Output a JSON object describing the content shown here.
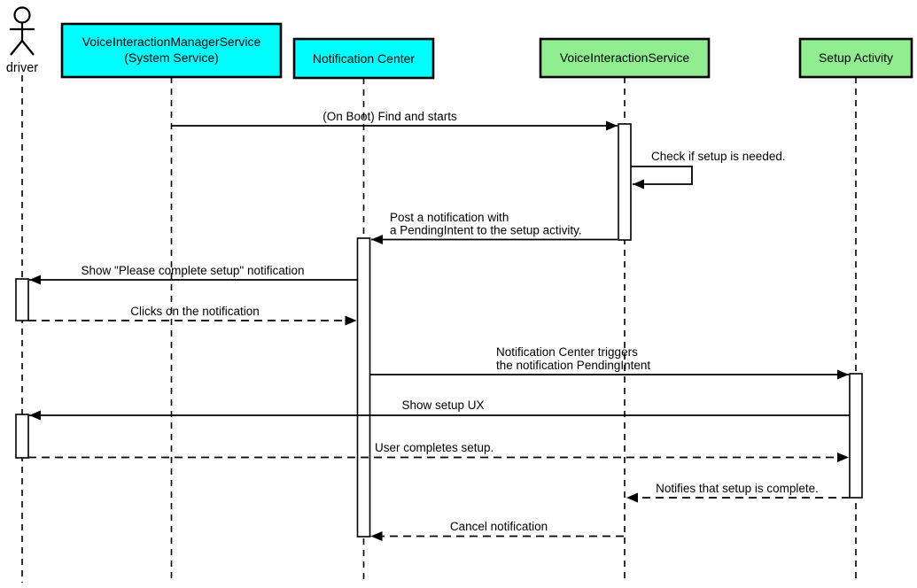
{
  "diagram_type": "uml-sequence",
  "colors": {
    "system_box": "#00ffff",
    "service_box": "#90ee90",
    "line": "#000000",
    "text": "#000000",
    "background": "#ffffff"
  },
  "actor": {
    "label": "driver"
  },
  "participants": [
    {
      "label": "VoiceInteractionManagerService",
      "label2": "(System Service)",
      "kind": "system"
    },
    {
      "label": "Notification Center",
      "kind": "system"
    },
    {
      "label": "VoiceInteractionService",
      "kind": "service"
    },
    {
      "label": "Setup Activity",
      "kind": "service"
    }
  ],
  "messages": [
    {
      "from": "VoiceInteractionManagerService (System Service)",
      "to": "VoiceInteractionService",
      "style": "solid",
      "label": "(On Boot) Find and starts"
    },
    {
      "from": "VoiceInteractionService",
      "to": "VoiceInteractionService",
      "style": "solid-self",
      "label": "Check if setup is needed."
    },
    {
      "from": "VoiceInteractionService",
      "to": "Notification Center",
      "style": "solid",
      "label": "Post a notification with",
      "label2": "a PendingIntent to the setup activity."
    },
    {
      "from": "Notification Center",
      "to": "driver",
      "style": "solid",
      "label": "Show \"Please complete setup\" notification"
    },
    {
      "from": "driver",
      "to": "Notification Center",
      "style": "dashed",
      "label": "Clicks on the notification"
    },
    {
      "from": "Notification Center",
      "to": "Setup Activity",
      "style": "solid",
      "label": "Notification Center triggers",
      "label2": "the notification PendingIntent"
    },
    {
      "from": "Setup Activity",
      "to": "driver",
      "style": "solid",
      "label": "Show setup UX"
    },
    {
      "from": "driver",
      "to": "Setup Activity",
      "style": "dashed",
      "label": "User completes setup."
    },
    {
      "from": "Setup Activity",
      "to": "VoiceInteractionService",
      "style": "dashed",
      "label": "Notifies that setup is complete."
    },
    {
      "from": "VoiceInteractionService",
      "to": "Notification Center",
      "style": "dashed",
      "label": "Cancel notification"
    }
  ]
}
